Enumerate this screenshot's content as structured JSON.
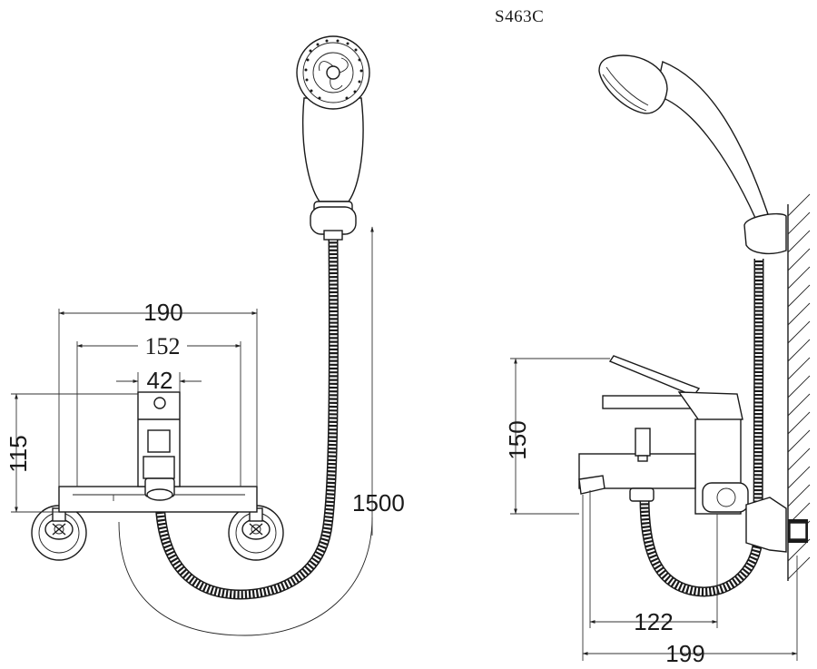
{
  "model_code": "S463C",
  "front_view": {
    "dimensions": {
      "overall_width": "190",
      "center_distance": "152",
      "body_width": "42",
      "height": "115",
      "hose_length": "1500"
    }
  },
  "side_view": {
    "dimensions": {
      "height": "150",
      "spout_projection": "122",
      "overall_depth": "199"
    }
  }
}
